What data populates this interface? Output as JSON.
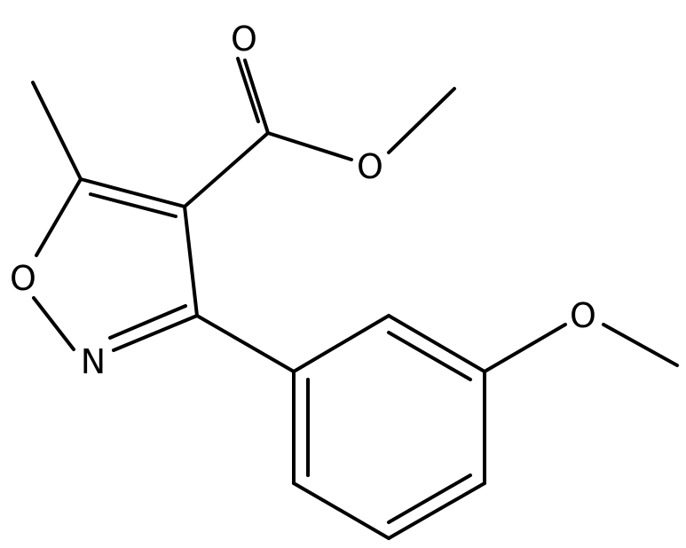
{
  "structure": {
    "atom_labels": {
      "carbonyl_oxygen": "O",
      "ester_oxygen": "O",
      "ring_oxygen": "O",
      "ring_nitrogen": "N",
      "methoxy_oxygen": "O"
    },
    "line_color": "#000000",
    "background": "#ffffff"
  }
}
